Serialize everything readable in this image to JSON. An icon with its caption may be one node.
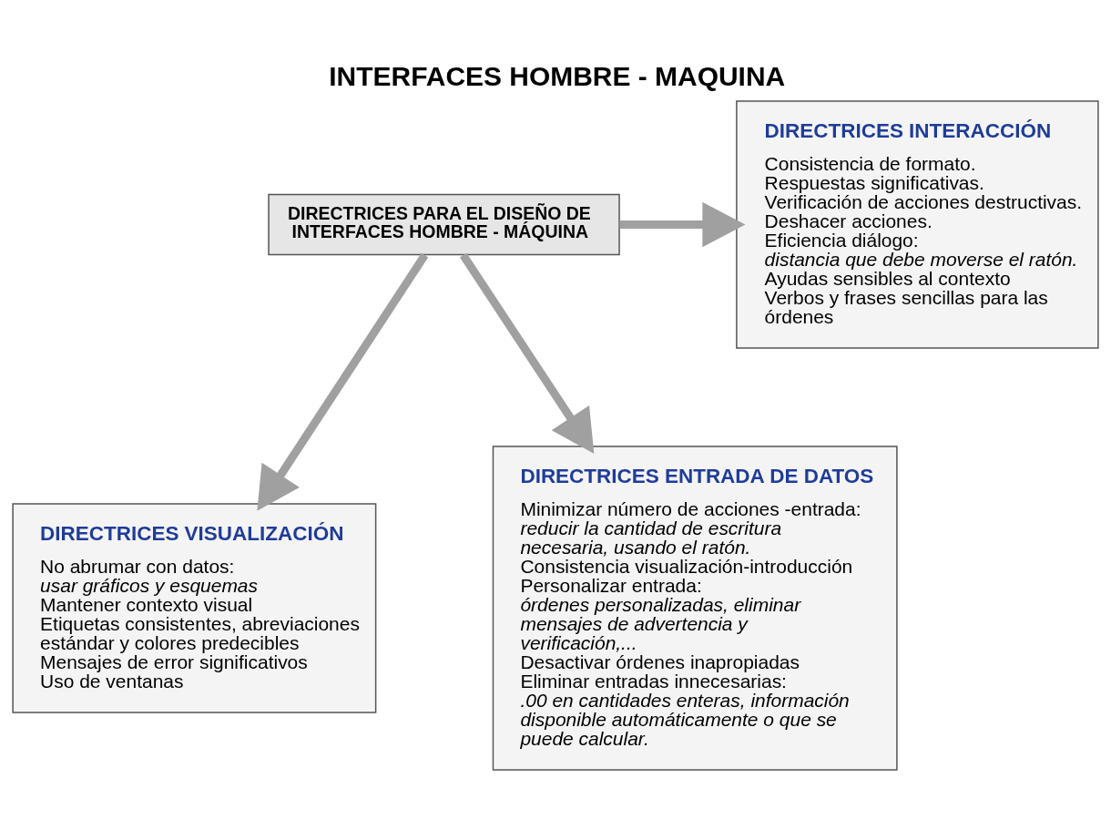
{
  "diagram": {
    "title": "INTERFACES HOMBRE - MAQUINA",
    "nodes": [
      {
        "text": [
          "DIRECTRICES PARA EL DISEÑO DE INTERFACES HOMBRE - MÁQUINA"
        ]
      },
      {
        "text": [
          "DIRECTRICES INTERACCIÓN",
          "Consistencia de formato.",
          "Respuestas significativas.",
          "Verificación de acciones destructivas.",
          "Deshacer acciones.",
          "Eficiencia diálogo: *distancia que debe moverse el ratón.*",
          "Ayudas sensibles al contexto",
          "Verbos y frases sencillas para las órdenes"
        ]
      },
      {
        "text": [
          "DIRECTRICES VISUALIZACIÓN",
          "No abrumar con datos: *usar gráficos y esquemas*",
          "Mantener contexto visual",
          "Etiquetas consistentes, abreviaciones estándar y colores predecibles",
          "Mensajes de error significativos",
          "Uso de ventanas"
        ]
      },
      {
        "text": [
          "DIRECTRICES ENTRADA DE DATOS",
          "Minimizar número de acciones -entrada: *reducir la cantidad de escritura necesaria, usando el ratón.*",
          "Consistencia visualización-introducción",
          "Personalizar entrada: *órdenes personalizadas, eliminar mensajes de advertencia y verificación,...*",
          "Desactivar órdenes inapropiadas",
          "Eliminar entradas innecesarias: *.00 en cantidades enteras, información disponible automáticamente o que se puede calcular.*"
        ]
      }
    ],
    "edges": [
      {
        "from": 0,
        "to": 1,
        "arrow": "to"
      },
      {
        "from": 0,
        "to": 2,
        "arrow": "to"
      },
      {
        "from": 0,
        "to": 3,
        "arrow": "to"
      }
    ]
  }
}
